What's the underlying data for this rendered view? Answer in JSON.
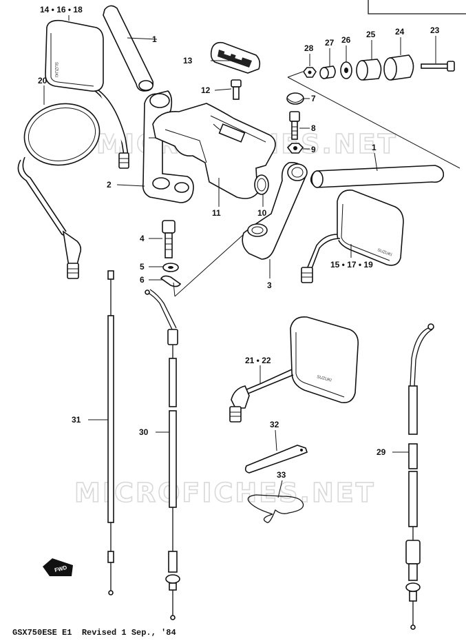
{
  "watermarks": [
    "MICROFICHES.NET",
    "MICROFICHES.NET"
  ],
  "callouts": [
    {
      "id": "14-16-18",
      "text": "14 • 16 • 18"
    },
    {
      "id": "1a",
      "text": "1"
    },
    {
      "id": "13",
      "text": "13"
    },
    {
      "id": "28",
      "text": "28"
    },
    {
      "id": "27",
      "text": "27"
    },
    {
      "id": "26",
      "text": "26"
    },
    {
      "id": "25",
      "text": "25"
    },
    {
      "id": "24",
      "text": "24"
    },
    {
      "id": "23",
      "text": "23"
    },
    {
      "id": "20",
      "text": "20"
    },
    {
      "id": "12",
      "text": "12"
    },
    {
      "id": "7",
      "text": "7"
    },
    {
      "id": "8",
      "text": "8"
    },
    {
      "id": "9",
      "text": "9"
    },
    {
      "id": "1b",
      "text": "1"
    },
    {
      "id": "2",
      "text": "2"
    },
    {
      "id": "11",
      "text": "11"
    },
    {
      "id": "10",
      "text": "10"
    },
    {
      "id": "15-17-19",
      "text": "15 • 17 • 19"
    },
    {
      "id": "4",
      "text": "4"
    },
    {
      "id": "5",
      "text": "5"
    },
    {
      "id": "6",
      "text": "6"
    },
    {
      "id": "3",
      "text": "3"
    },
    {
      "id": "21-22",
      "text": "21 • 22"
    },
    {
      "id": "31",
      "text": "31"
    },
    {
      "id": "30",
      "text": "30"
    },
    {
      "id": "32",
      "text": "32"
    },
    {
      "id": "33",
      "text": "33"
    },
    {
      "id": "29",
      "text": "29"
    }
  ],
  "fwd_label": "FWD",
  "footer": {
    "text": "GSX750ESE E1  Revised 1 Sep., '84"
  }
}
